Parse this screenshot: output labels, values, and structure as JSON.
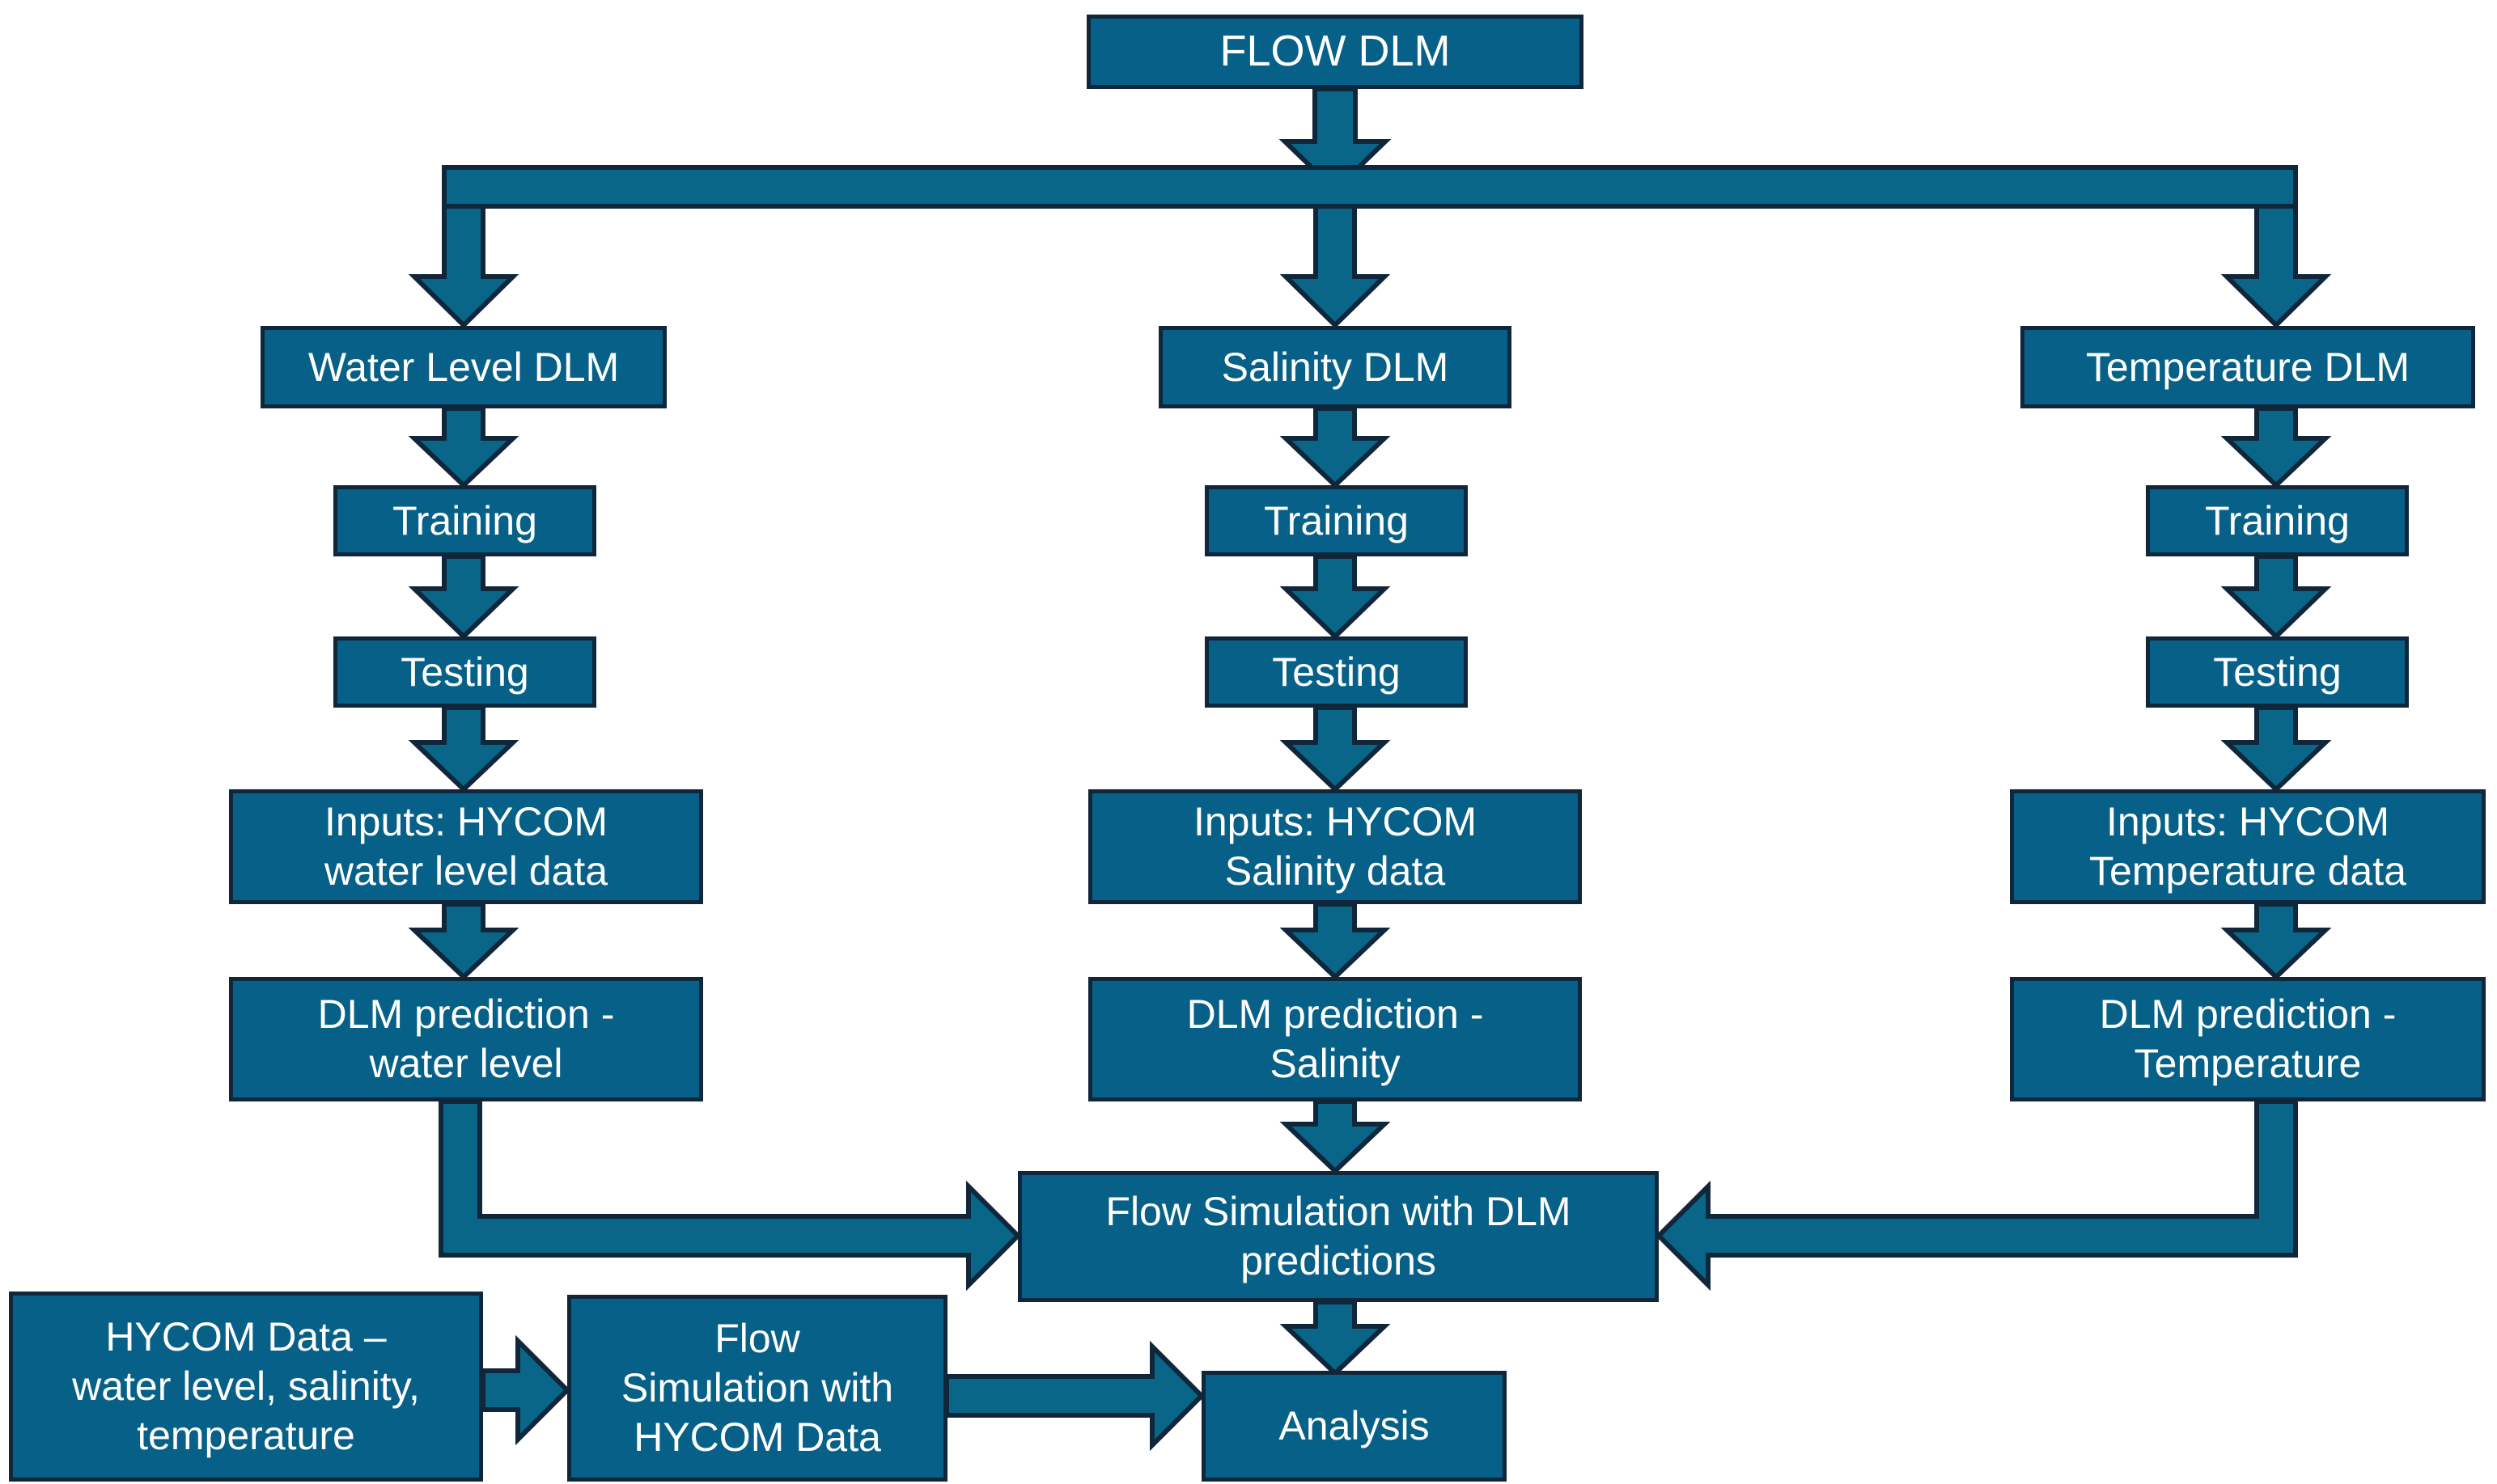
{
  "diagram": {
    "title": "FLOW DLM workflow diagram",
    "background_color": "#ffffff",
    "node_fill_color": "#066087",
    "node_border_color": "#10263a",
    "node_text_color": "#ffffff",
    "connector_fill_color": "#0a6688",
    "connector_stroke_color": "#10263a",
    "nodes": {
      "root": {
        "label": "FLOW DLM"
      },
      "water_level": {
        "dlm": "Water Level DLM",
        "training": "Training",
        "testing": "Testing",
        "inputs": "Inputs: HYCOM\nwater level data",
        "prediction": "DLM prediction -\nwater level"
      },
      "salinity": {
        "dlm": "Salinity DLM",
        "training": "Training",
        "testing": "Testing",
        "inputs": "Inputs: HYCOM\nSalinity data",
        "prediction": "DLM prediction -\nSalinity"
      },
      "temperature": {
        "dlm": "Temperature DLM",
        "training": "Training",
        "testing": "Testing",
        "inputs": "Inputs: HYCOM\nTemperature data",
        "prediction": "DLM prediction -\nTemperature"
      },
      "flow_sim_dlm": {
        "label": "Flow Simulation with DLM\npredictions"
      },
      "hycom_data": {
        "label": "HYCOM Data –\nwater level, salinity,\ntemperature"
      },
      "flow_sim_hycom": {
        "label": "Flow\nSimulation with\nHYCOM Data"
      },
      "analysis": {
        "label": "Analysis"
      }
    },
    "edges": [
      {
        "from": "FLOW DLM",
        "to": "distribution-bar"
      },
      {
        "from": "distribution-bar",
        "to": "Water Level DLM"
      },
      {
        "from": "distribution-bar",
        "to": "Salinity DLM"
      },
      {
        "from": "distribution-bar",
        "to": "Temperature DLM"
      },
      {
        "from": "Water Level DLM",
        "to": "Training"
      },
      {
        "from": "Training",
        "to": "Testing"
      },
      {
        "from": "Testing",
        "to": "Inputs: HYCOM water level data"
      },
      {
        "from": "Inputs: HYCOM water level data",
        "to": "DLM prediction - water level"
      },
      {
        "from": "DLM prediction - water level",
        "to": "Flow Simulation with DLM predictions"
      },
      {
        "from": "Salinity DLM",
        "to": "Training"
      },
      {
        "from": "Training",
        "to": "Testing"
      },
      {
        "from": "Testing",
        "to": "Inputs: HYCOM Salinity data"
      },
      {
        "from": "Inputs: HYCOM Salinity data",
        "to": "DLM prediction - Salinity"
      },
      {
        "from": "DLM prediction - Salinity",
        "to": "Flow Simulation with DLM predictions"
      },
      {
        "from": "Temperature DLM",
        "to": "Training"
      },
      {
        "from": "Training",
        "to": "Testing"
      },
      {
        "from": "Testing",
        "to": "Inputs: HYCOM Temperature data"
      },
      {
        "from": "Inputs: HYCOM Temperature data",
        "to": "DLM prediction - Temperature"
      },
      {
        "from": "DLM prediction - Temperature",
        "to": "Flow Simulation with DLM predictions"
      },
      {
        "from": "Flow Simulation with DLM predictions",
        "to": "Analysis"
      },
      {
        "from": "HYCOM Data – water level, salinity, temperature",
        "to": "Flow Simulation with HYCOM Data"
      },
      {
        "from": "Flow Simulation with HYCOM Data",
        "to": "Analysis"
      }
    ]
  }
}
